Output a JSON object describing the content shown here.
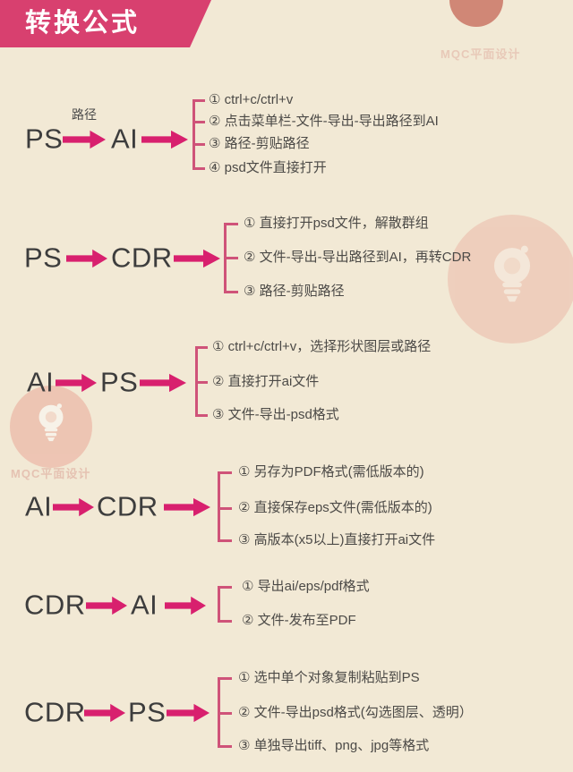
{
  "header": {
    "title": "转换公式"
  },
  "watermark": {
    "text": "MQC平面设计",
    "icon": "lightbulb-icon"
  },
  "colors": {
    "background": "#f2e9d5",
    "banner": "#d8406f",
    "arrow": "#d8206e",
    "bracket": "#cf5379",
    "label_text": "#3d3d3d",
    "item_text": "#4c4a47",
    "watermark": "#e89a8b"
  },
  "sections": [
    {
      "source": "PS",
      "target": "AI",
      "arrow_note": "路径",
      "items": [
        "① ctrl+c/ctrl+v",
        "② 点击菜单栏-文件-导出-导出路径到AI",
        "③ 路径-剪贴路径",
        "④ psd文件直接打开"
      ]
    },
    {
      "source": "PS",
      "target": "CDR",
      "items": [
        "① 直接打开psd文件，解散群组",
        "② 文件-导出-导出路径到AI，再转CDR",
        "③ 路径-剪贴路径"
      ]
    },
    {
      "source": "AI",
      "target": "PS",
      "items": [
        "① ctrl+c/ctrl+v，选择形状图层或路径",
        "② 直接打开ai文件",
        "③ 文件-导出-psd格式"
      ]
    },
    {
      "source": "AI",
      "target": "CDR",
      "items": [
        "① 另存为PDF格式(需低版本的)",
        "② 直接保存eps文件(需低版本的)",
        "③ 高版本(x5以上)直接打开ai文件"
      ]
    },
    {
      "source": "CDR",
      "target": "AI",
      "items": [
        "① 导出ai/eps/pdf格式",
        "② 文件-发布至PDF"
      ]
    },
    {
      "source": "CDR",
      "target": "PS",
      "items": [
        "① 选中单个对象复制粘贴到PS",
        "② 文件-导出psd格式(勾选图层、透明）",
        "③ 单独导出tiff、png、jpg等格式"
      ]
    }
  ]
}
